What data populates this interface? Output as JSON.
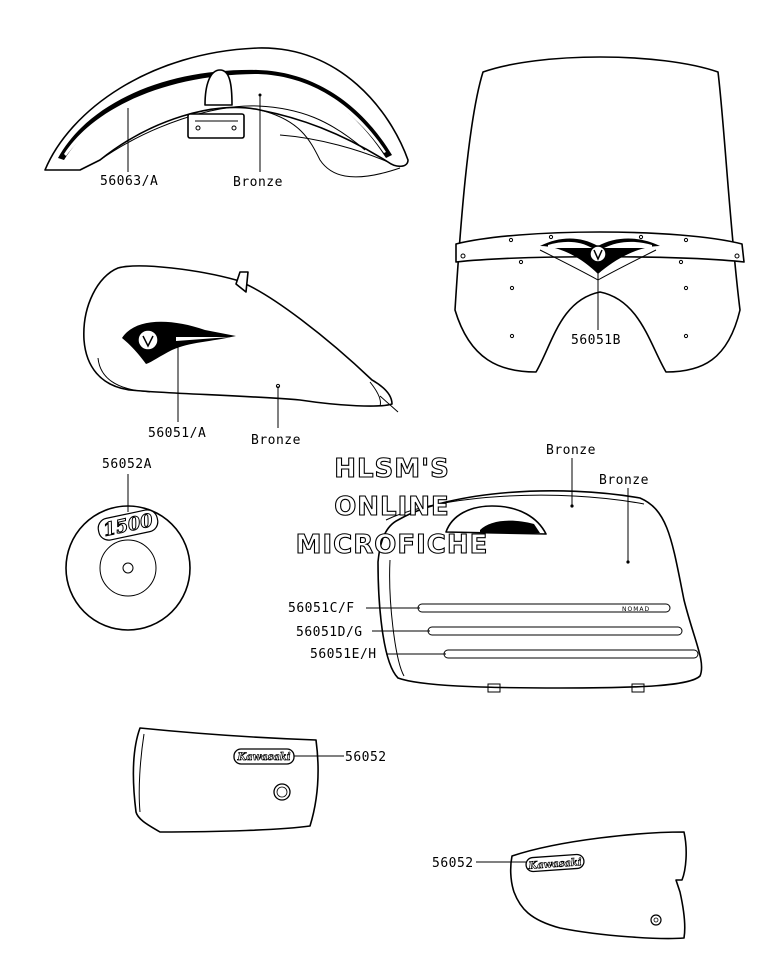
{
  "labels": {
    "fender_stripe": "56063/A",
    "fender_color": "Bronze",
    "windshield_emblem": "56051B",
    "tank_emblem": "56051/A",
    "tank_color": "Bronze",
    "cover_emblem": "56052A",
    "cover_logo_text": "1500",
    "saddlebag_color_top": "Bronze",
    "saddlebag_color_side": "Bronze",
    "stripe_upper": "56051C/F",
    "stripe_middle": "56051D/G",
    "stripe_lower": "56051E/H",
    "stripe_upper_text": "NOMAD",
    "side_cover_left": "56052",
    "side_cover_right": "56052",
    "brand_logo_text": "Kawasaki"
  },
  "watermark": {
    "line1": "HLSM'S",
    "line2": "ONLINE",
    "line3": "MICROFICHE"
  }
}
